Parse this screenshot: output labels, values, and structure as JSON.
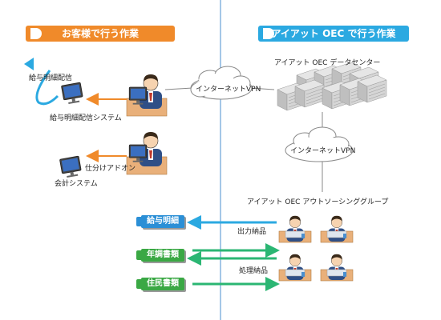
{
  "left_header": "お客様で行う作業",
  "right_header": "アイアット OEC で行う作業",
  "datacenter_label": "アイアット OEC データセンター",
  "vpn_label_top": "インターネットVPN",
  "vpn_label_mid": "インターネットVPN",
  "outsourcing_label": "アイアット OEC アウトソーシンググループ",
  "payslip_delivery_label": "給与明細配信",
  "payslip_system_label": "給与明細配信システム",
  "journal_addon_label": "仕分けアドオン",
  "accounting_system_label": "会計システム",
  "docs": {
    "payslip": "給与明細",
    "year_end": "年調書類",
    "resident": "住民書類"
  },
  "flow_output_label": "出力納品",
  "flow_process_label": "処理納品",
  "colors": {
    "left_header": "#f08a2a",
    "right_header": "#2ba9e1",
    "arrow_orange": "#f08a2a",
    "arrow_blue": "#2ba9e1",
    "arrow_green": "#2bb673",
    "divider": "#4a8fcf"
  }
}
